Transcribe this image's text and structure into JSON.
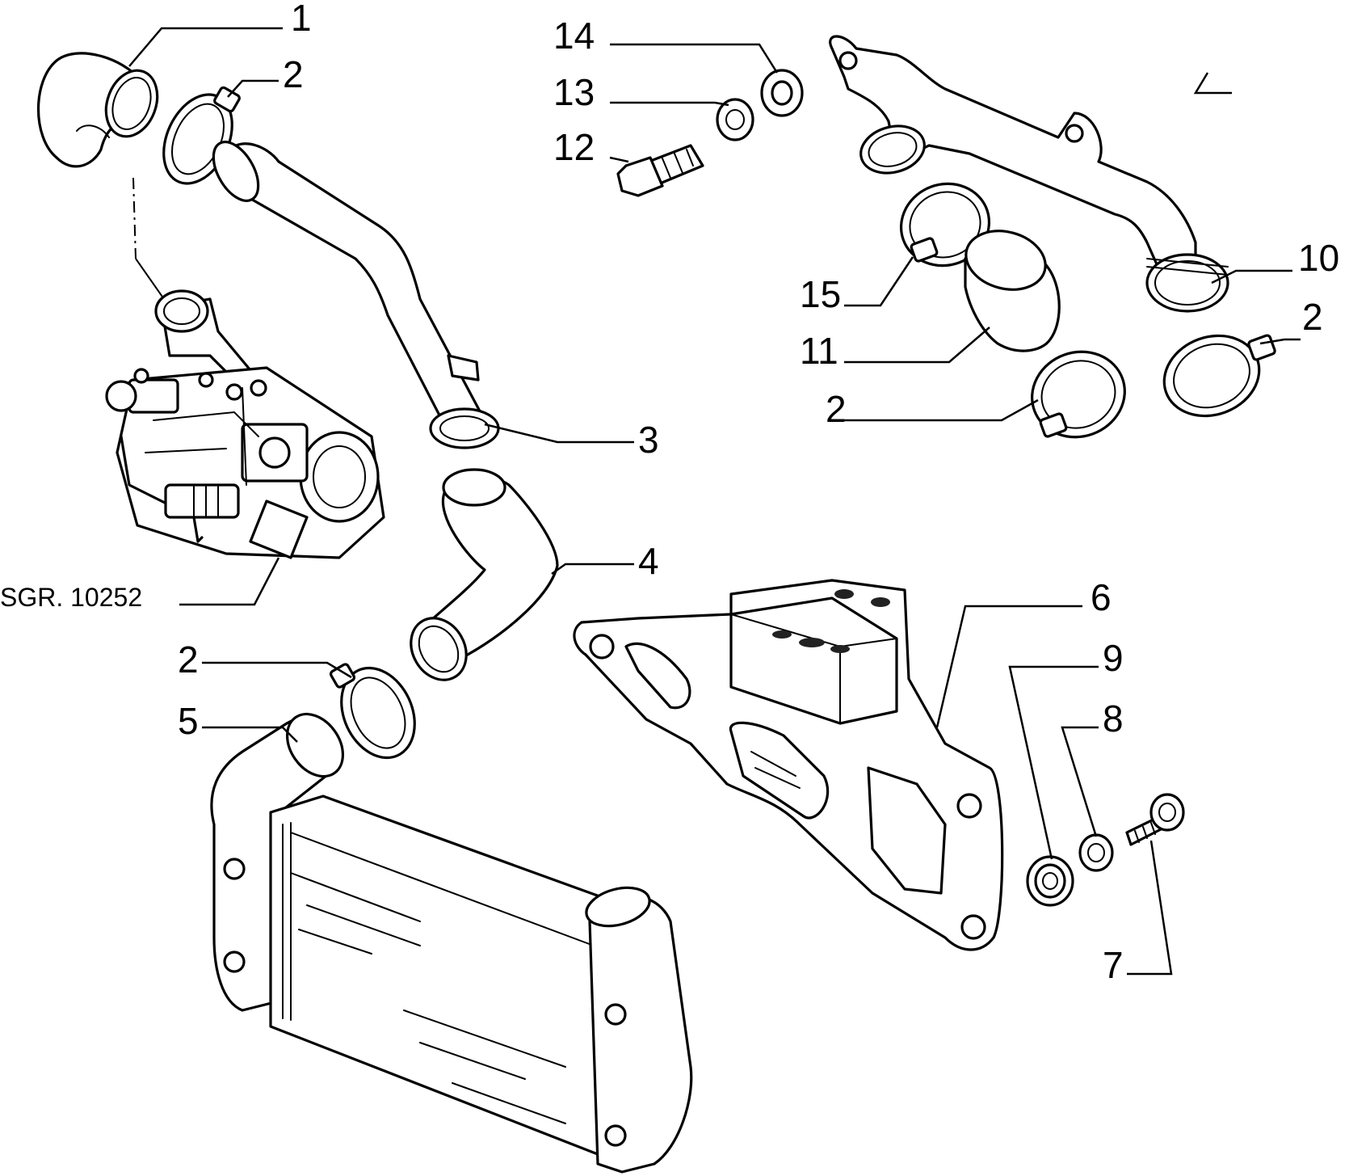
{
  "labels": {
    "l1": "1",
    "l2a": "2",
    "l2b": "2",
    "l2c": "2",
    "l2d": "2",
    "l3": "3",
    "l4": "4",
    "l5": "5",
    "l6": "6",
    "l7": "7",
    "l8": "8",
    "l9": "9",
    "l10": "10",
    "l11": "11",
    "l12": "12",
    "l13": "13",
    "l14": "14",
    "l15": "15"
  },
  "reference": "SGR. 10252"
}
